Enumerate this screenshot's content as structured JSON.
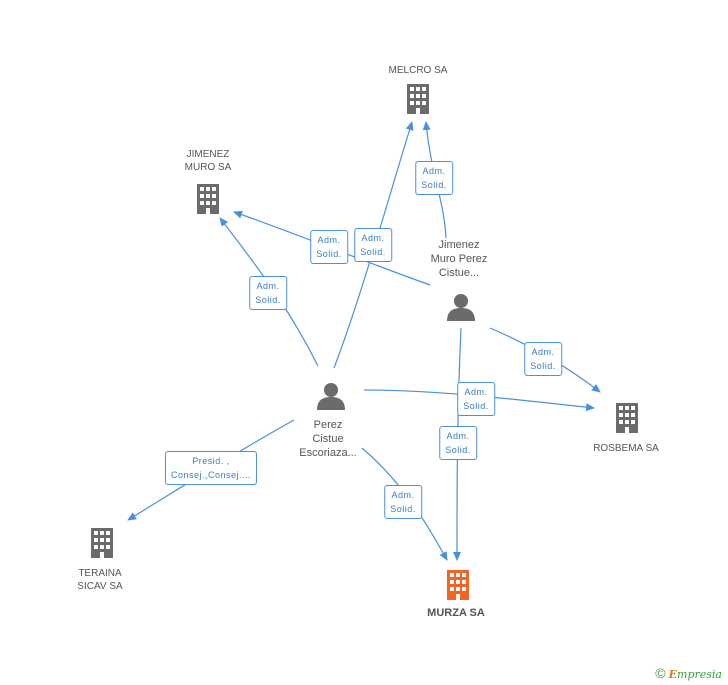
{
  "companies": {
    "melcro": {
      "label": "MELCRO SA"
    },
    "jimenez_muro": {
      "line1": "JIMENEZ",
      "line2": "MURO SA"
    },
    "rosbema": {
      "label": "ROSBEMA SA"
    },
    "teraina": {
      "line1": "TERAINA",
      "line2": "SICAV SA"
    },
    "murza": {
      "label": "MURZA SA"
    }
  },
  "people": {
    "jimenez": {
      "line1": "Jimenez",
      "line2": "Muro Perez",
      "line3": "Cistue..."
    },
    "perez": {
      "line1": "Perez",
      "line2": "Cistue",
      "line3": "Escoriaza..."
    }
  },
  "roles": {
    "r1": {
      "line1": "Adm.",
      "line2": "Solid."
    },
    "r2": {
      "line1": "Adm.",
      "line2": "Solid."
    },
    "r3": {
      "line1": "Adm.",
      "line2": "Solid."
    },
    "r4": {
      "line1": "Adm.",
      "line2": "Solid."
    },
    "r5": {
      "line1": "Adm.",
      "line2": "Solid."
    },
    "r6": {
      "line1": "Adm.",
      "line2": "Solid."
    },
    "r7": {
      "line1": "Adm.",
      "line2": "Solid."
    },
    "r8": {
      "line1": "Adm.",
      "line2": "Solid."
    },
    "r9": {
      "line1": "Presid. ,",
      "line2": "Consej.,Consej...."
    }
  },
  "colors": {
    "edge": "#4a90d9",
    "company": "#6b6b6b",
    "main_company": "#f26522",
    "person": "#6b6b6b"
  },
  "footer": {
    "symbol": "©",
    "brand_first": "E",
    "brand_rest": "mpresia"
  }
}
